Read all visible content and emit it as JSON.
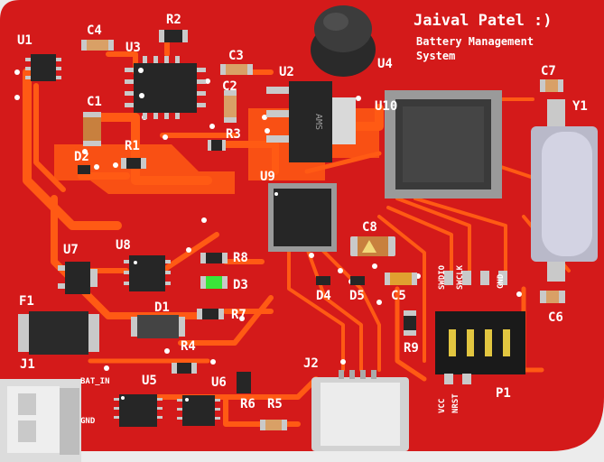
{
  "title": "Jaival Patel :)",
  "subtitle_line1": "Battery Management",
  "subtitle_line2": "System",
  "chip_marking_u2": "AMS",
  "designators": {
    "U1": "U1",
    "U2": "U2",
    "U3": "U3",
    "U4": "U4",
    "U5": "U5",
    "U6": "U6",
    "U7": "U7",
    "U8": "U8",
    "U9": "U9",
    "U10": "U10",
    "C1": "C1",
    "C2": "C2",
    "C3": "C3",
    "C4": "C4",
    "C5": "C5",
    "C6": "C6",
    "C7": "C7",
    "C8": "C8",
    "R1": "R1",
    "R2": "R2",
    "R3": "R3",
    "R4": "R4",
    "R5": "R5",
    "R6": "R6",
    "R7": "R7",
    "R8": "R8",
    "R9": "R9",
    "D1": "D1",
    "D2": "D2",
    "D3": "D3",
    "D4": "D4",
    "D5": "D5",
    "F1": "F1",
    "J1": "J1",
    "J2": "J2",
    "P1": "P1",
    "Y1": "Y1"
  },
  "pin_labels": {
    "bat_in": "BAT_IN",
    "gnd_j1": "GND",
    "swdio": "SWDIO",
    "swclk": "SWCLK",
    "gnd_p1": "GND",
    "vcc": "VCC",
    "nrst": "NRST"
  },
  "colors": {
    "board": "#d41a1a",
    "copper": "#ff5a14",
    "silk": "#ffffff",
    "chip": "#262626",
    "pad": "#c9c9c9",
    "led": "#39e639",
    "background": "#ececec"
  }
}
